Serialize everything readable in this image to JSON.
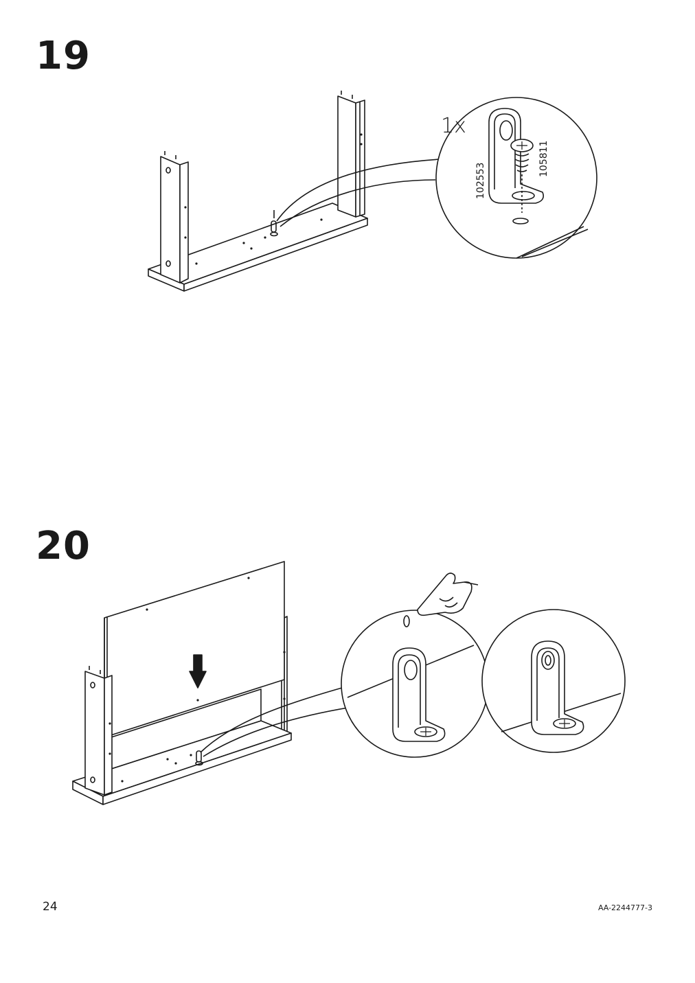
{
  "steps": [
    {
      "number": "19",
      "quantity_label": "1x",
      "part_numbers": [
        "102553",
        "105811"
      ]
    },
    {
      "number": "20"
    }
  ],
  "footer": {
    "page_number": "24",
    "document_code": "AA-2244777-3"
  }
}
